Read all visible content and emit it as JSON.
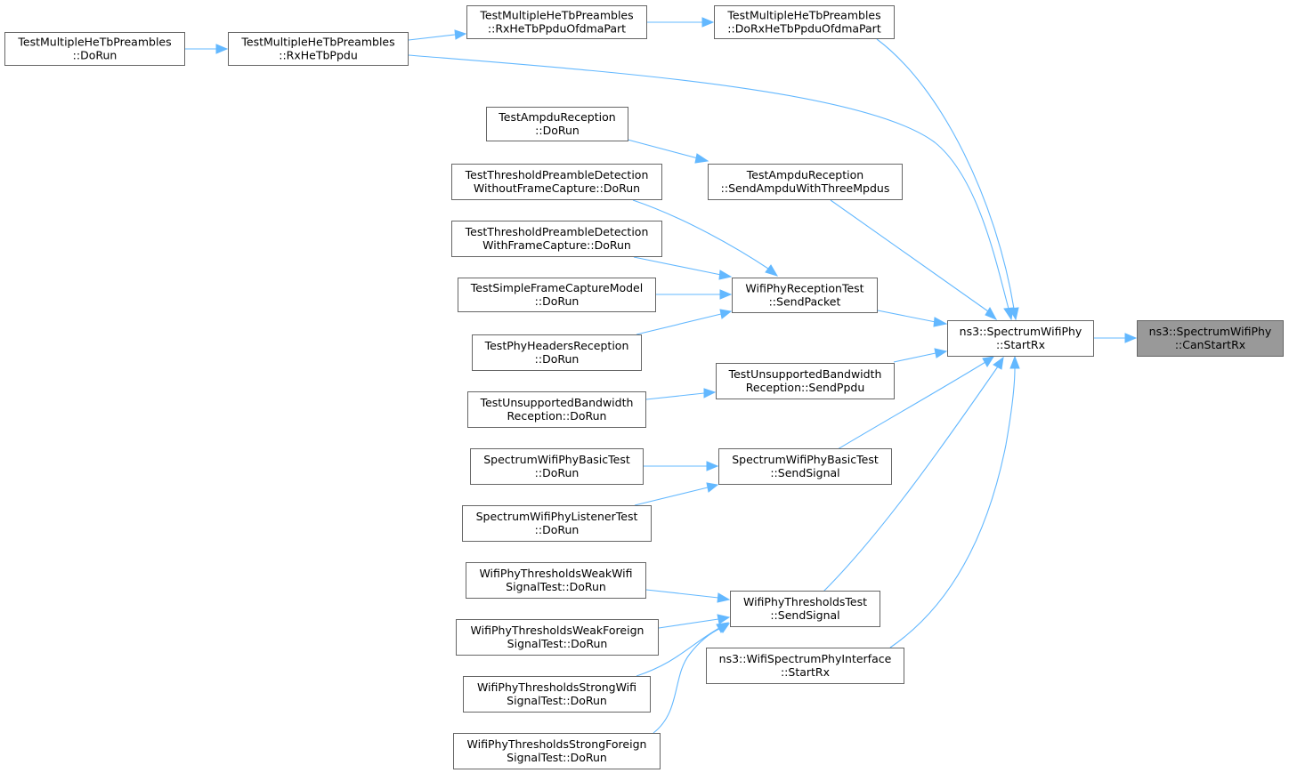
{
  "graph": {
    "edge_color": "#63b8ff",
    "focus_fill": "#999999",
    "nodes": [
      {
        "id": "can_start_rx",
        "lines": [
          "ns3::SpectrumWifiPhy",
          "::CanStartRx"
        ],
        "focus": true
      },
      {
        "id": "start_rx",
        "lines": [
          "ns3::SpectrumWifiPhy",
          "::StartRx"
        ]
      },
      {
        "id": "rx_he_tb_ppdu",
        "lines": [
          "TestMultipleHeTbPreambles",
          "::RxHeTbPpdu"
        ]
      },
      {
        "id": "mhtb_dorun",
        "lines": [
          "TestMultipleHeTbPreambles",
          "::DoRun"
        ]
      },
      {
        "id": "rx_ofdma",
        "lines": [
          "TestMultipleHeTbPreambles",
          "::RxHeTbPpduOfdmaPart"
        ]
      },
      {
        "id": "dorx_ofdma",
        "lines": [
          "TestMultipleHeTbPreambles",
          "::DoRxHeTbPpduOfdmaPart"
        ]
      },
      {
        "id": "ampdu_dorun",
        "lines": [
          "TestAmpduReception",
          "::DoRun"
        ]
      },
      {
        "id": "ampdu_send",
        "lines": [
          "TestAmpduReception",
          "::SendAmpduWithThreeMpdus"
        ]
      },
      {
        "id": "tpd_wofc",
        "lines": [
          "TestThresholdPreambleDetection",
          "WithoutFrameCapture::DoRun"
        ]
      },
      {
        "id": "tpd_wfc",
        "lines": [
          "TestThresholdPreambleDetection",
          "WithFrameCapture::DoRun"
        ]
      },
      {
        "id": "sfc_dorun",
        "lines": [
          "TestSimpleFrameCaptureModel",
          "::DoRun"
        ]
      },
      {
        "id": "phr_dorun",
        "lines": [
          "TestPhyHeadersReception",
          "::DoRun"
        ]
      },
      {
        "id": "wprt_send",
        "lines": [
          "WifiPhyReceptionTest",
          "::SendPacket"
        ]
      },
      {
        "id": "ub_send",
        "lines": [
          "TestUnsupportedBandwidth",
          "Reception::SendPpdu"
        ]
      },
      {
        "id": "ub_dorun",
        "lines": [
          "TestUnsupportedBandwidth",
          "Reception::DoRun"
        ]
      },
      {
        "id": "swpb_dorun",
        "lines": [
          "SpectrumWifiPhyBasicTest",
          "::DoRun"
        ]
      },
      {
        "id": "swpb_send",
        "lines": [
          "SpectrumWifiPhyBasicTest",
          "::SendSignal"
        ]
      },
      {
        "id": "swpl_dorun",
        "lines": [
          "SpectrumWifiPhyListenerTest",
          "::DoRun"
        ]
      },
      {
        "id": "wpt_weakwifi",
        "lines": [
          "WifiPhyThresholdsWeakWifi",
          "SignalTest::DoRun"
        ]
      },
      {
        "id": "wpt_send",
        "lines": [
          "WifiPhyThresholdsTest",
          "::SendSignal"
        ]
      },
      {
        "id": "wpt_weakforeign",
        "lines": [
          "WifiPhyThresholdsWeakForeign",
          "SignalTest::DoRun"
        ]
      },
      {
        "id": "wpt_strongwifi",
        "lines": [
          "WifiPhyThresholdsStrongWifi",
          "SignalTest::DoRun"
        ]
      },
      {
        "id": "wpt_strongforeign",
        "lines": [
          "WifiPhyThresholdsStrongForeign",
          "SignalTest::DoRun"
        ]
      },
      {
        "id": "wspi_startrx",
        "lines": [
          "ns3::WifiSpectrumPhyInterface",
          "::StartRx"
        ]
      }
    ]
  }
}
